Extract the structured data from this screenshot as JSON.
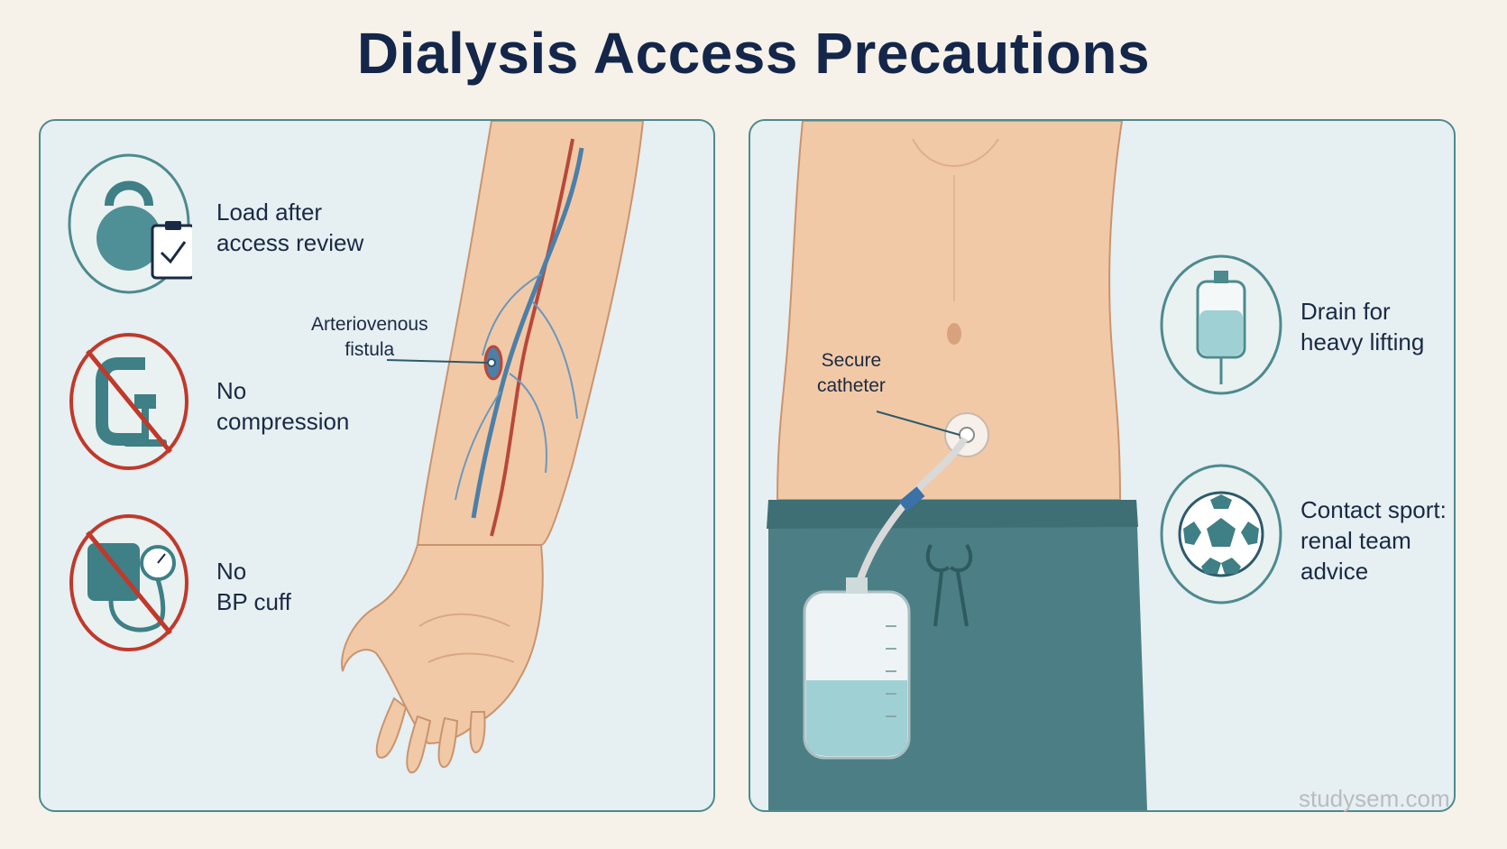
{
  "title": "Dialysis Access Precautions",
  "left_panel": {
    "items": [
      {
        "icon": "kettlebell-clipboard-icon",
        "line1": "Load after",
        "line2": "access review"
      },
      {
        "icon": "no-compression-clamp-icon",
        "line1": "No",
        "line2": "compression"
      },
      {
        "icon": "no-bp-cuff-icon",
        "line1": "No",
        "line2": "BP cuff"
      }
    ],
    "callout": {
      "line1": "Arteriovenous",
      "line2": "fistula"
    }
  },
  "right_panel": {
    "items": [
      {
        "icon": "drain-bag-icon",
        "line1": "Drain for",
        "line2": "heavy lifting",
        "line3": ""
      },
      {
        "icon": "soccer-ball-icon",
        "line1": "Contact sport:",
        "line2": "renal team",
        "line3": "advice"
      }
    ],
    "callout": {
      "line1": "Secure",
      "line2": "catheter"
    }
  },
  "watermark": "studysem.com",
  "colors": {
    "accent": "#4d8a8e",
    "prohibit": "#c0392b",
    "title": "#14264a",
    "panel_bg": "#e6eff2"
  }
}
